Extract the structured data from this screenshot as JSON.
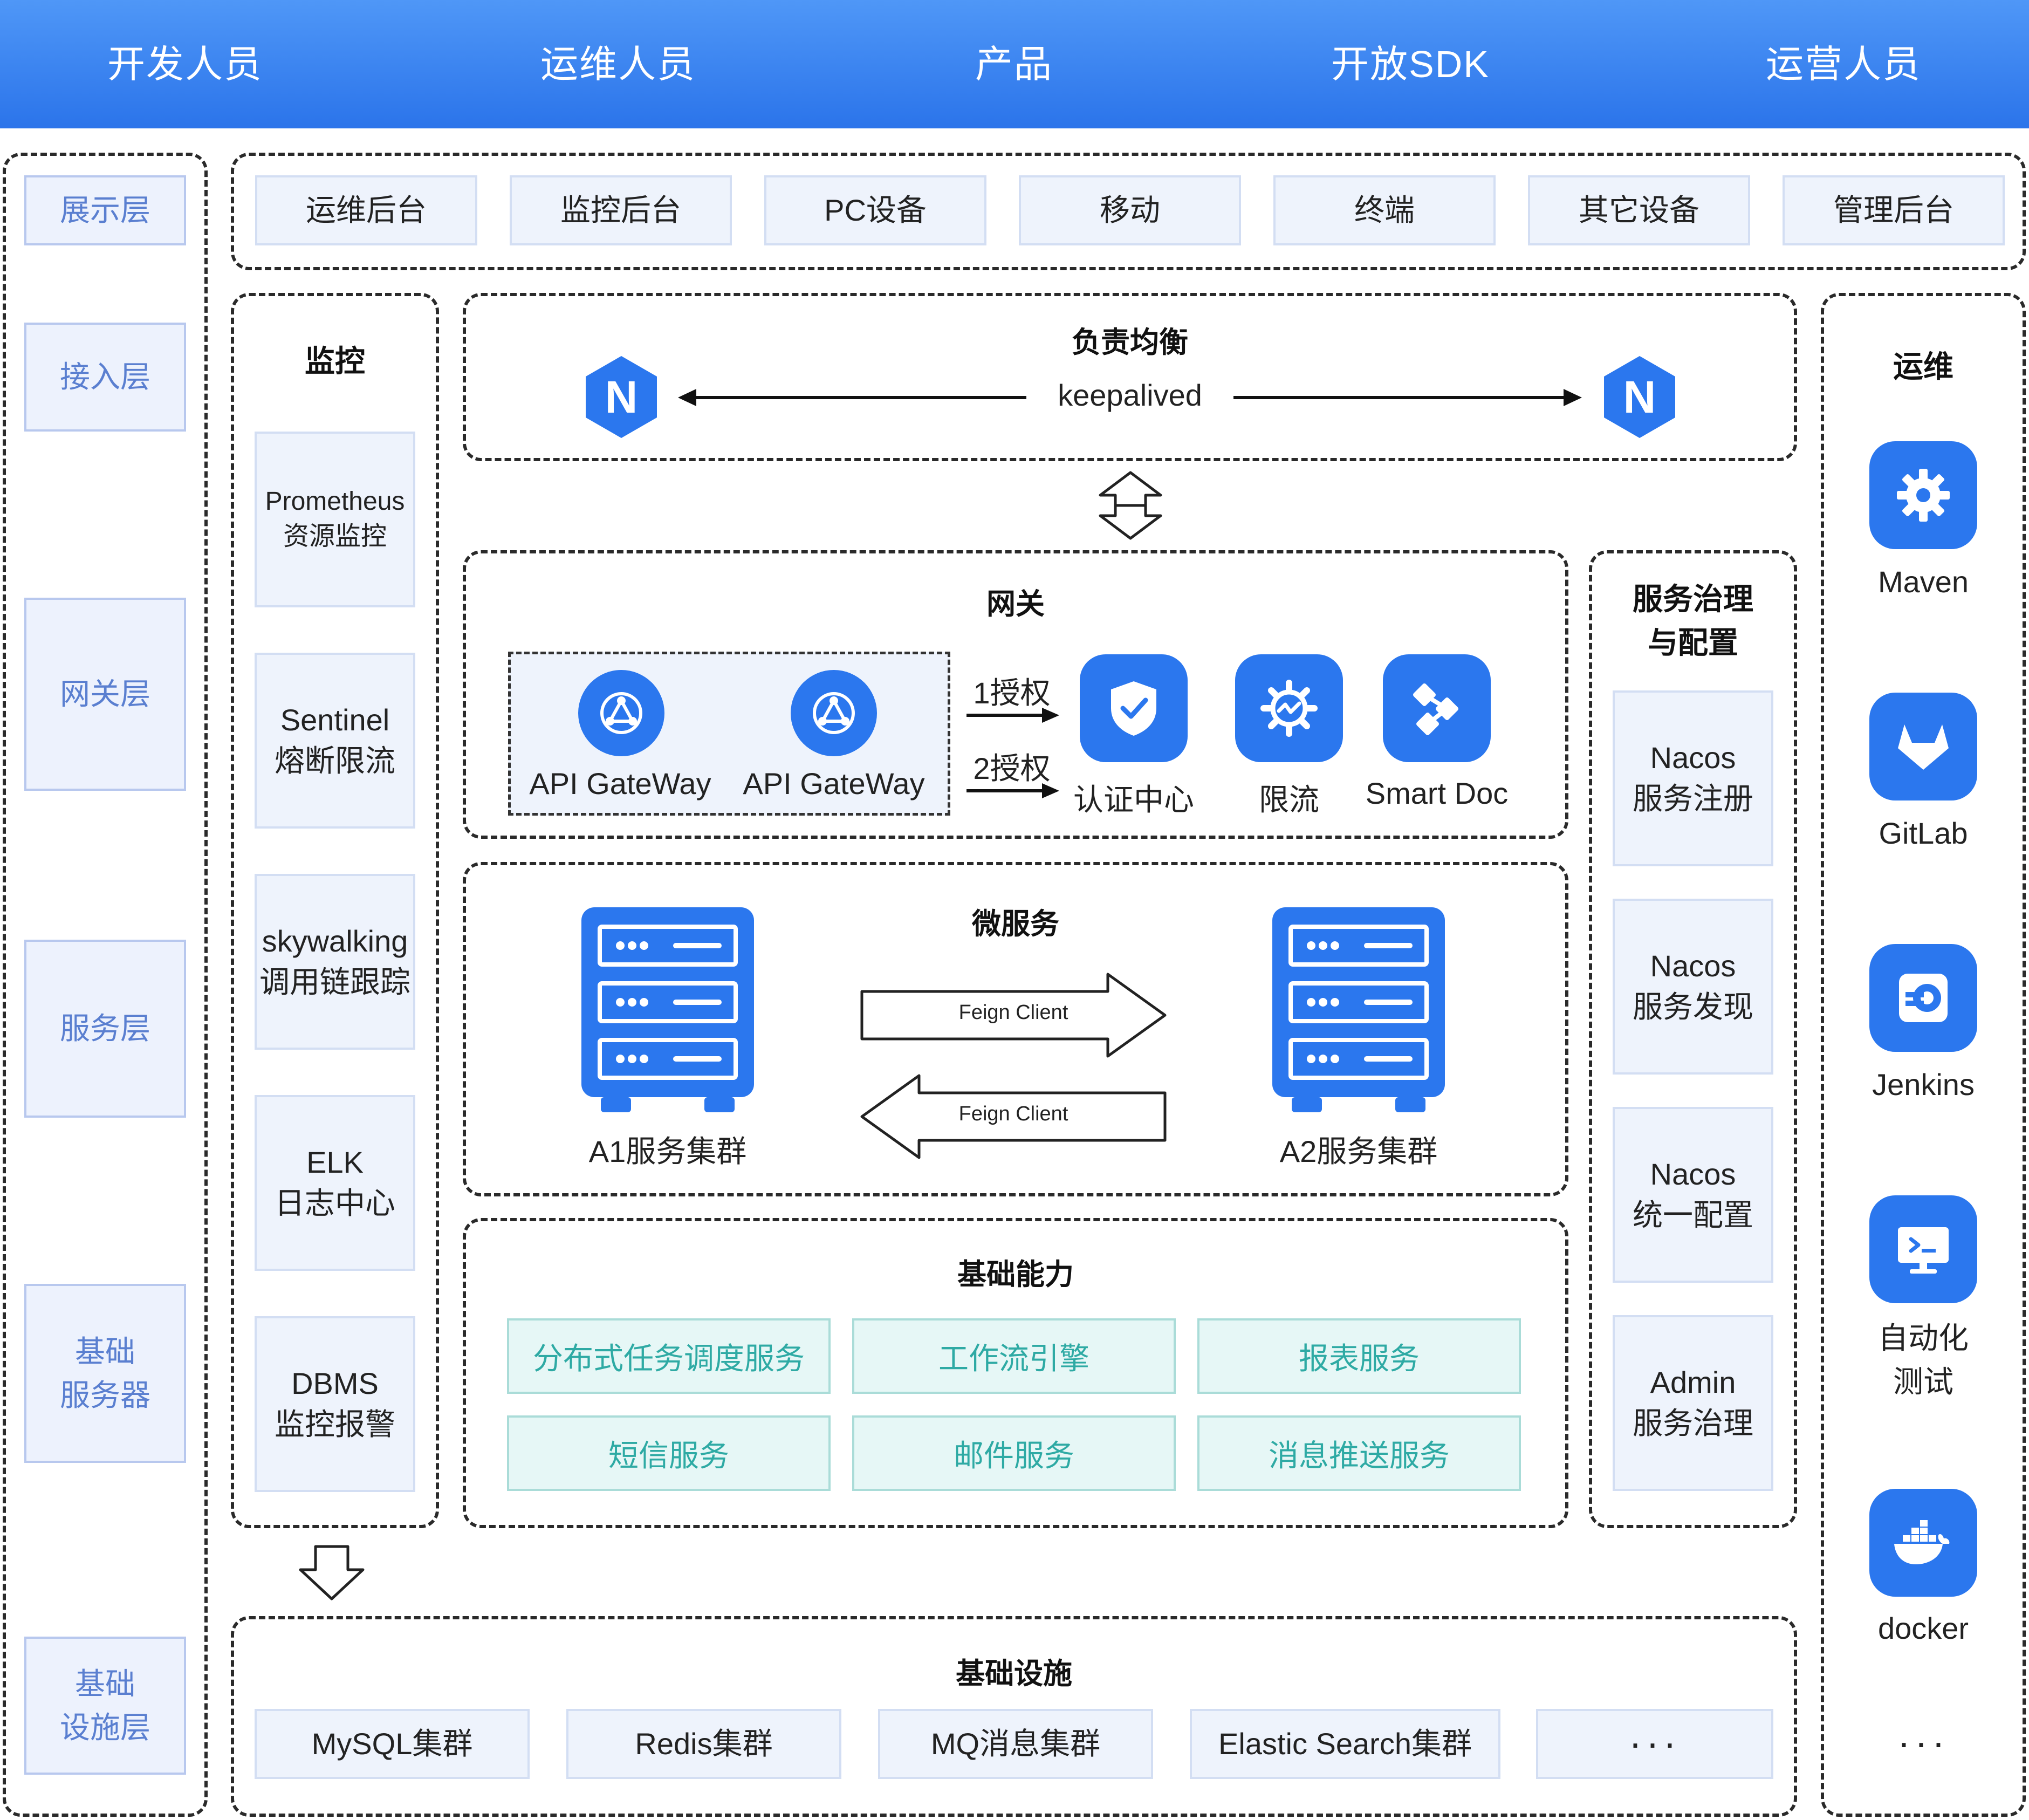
{
  "header": {
    "roles": [
      "开发人员",
      "运维人员",
      "产品",
      "开放SDK",
      "运营人员"
    ]
  },
  "layers": {
    "display": "展示层",
    "access": "接入层",
    "gateway": "网关层",
    "service": "服务层",
    "base_server_1": "基础",
    "base_server_2": "服务器",
    "infra_1": "基础",
    "infra_2": "设施层"
  },
  "display_items": [
    "运维后台",
    "监控后台",
    "PC设备",
    "移动",
    "终端",
    "其它设备",
    "管理后台"
  ],
  "monitor": {
    "title": "监控",
    "items": [
      {
        "line1": "Prometheus",
        "line2": "资源监控"
      },
      {
        "line1": "Sentinel",
        "line2": "熔断限流"
      },
      {
        "line1": "skywalking",
        "line2": "调用链跟踪"
      },
      {
        "line1": "ELK",
        "line2": "日志中心"
      },
      {
        "line1": "DBMS",
        "line2": "监控报警"
      }
    ]
  },
  "load_balance": {
    "title": "负责均衡",
    "node_label": "N",
    "middle_label": "keepalived"
  },
  "gateway": {
    "title": "网关",
    "api_1": "API GateWay",
    "api_2": "API GateWay",
    "auth_1": "1授权",
    "auth_2": "2授权",
    "auth_center": "认证中心",
    "rate_limit": "限流",
    "smart_doc": "Smart Doc"
  },
  "microservice": {
    "title": "微服务",
    "cluster_a": "A1服务集群",
    "cluster_b": "A2服务集群",
    "feign_1": "Feign Client",
    "feign_2": "Feign Client"
  },
  "base_capability": {
    "title": "基础能力",
    "items": [
      "分布式任务调度服务",
      "工作流引擎",
      "报表服务",
      "短信服务",
      "邮件服务",
      "消息推送服务"
    ]
  },
  "governance": {
    "title_1": "服务治理",
    "title_2": "与配置",
    "items": [
      {
        "line1": "Nacos",
        "line2": "服务注册"
      },
      {
        "line1": "Nacos",
        "line2": "服务发现"
      },
      {
        "line1": "Nacos",
        "line2": "统一配置"
      },
      {
        "line1": "Admin",
        "line2": "服务治理"
      }
    ]
  },
  "ops": {
    "title": "运维",
    "items": [
      {
        "label": "Maven",
        "icon": "gear-icon"
      },
      {
        "label": "GitLab",
        "icon": "gitlab-icon"
      },
      {
        "label": "Jenkins",
        "icon": "jenkins-icon"
      },
      {
        "label": "自动化\n测试",
        "icon": "terminal-icon"
      },
      {
        "label": "docker",
        "icon": "docker-icon"
      }
    ],
    "more": "···"
  },
  "infrastructure": {
    "title": "基础设施",
    "items": [
      "MySQL集群",
      "Redis集群",
      "MQ消息集群",
      "Elastic Search集群",
      "···"
    ]
  },
  "colors": {
    "primary_blue": "#2b77ee",
    "layer_text": "#5a7fd0",
    "teal_text": "#2eaaa4"
  }
}
